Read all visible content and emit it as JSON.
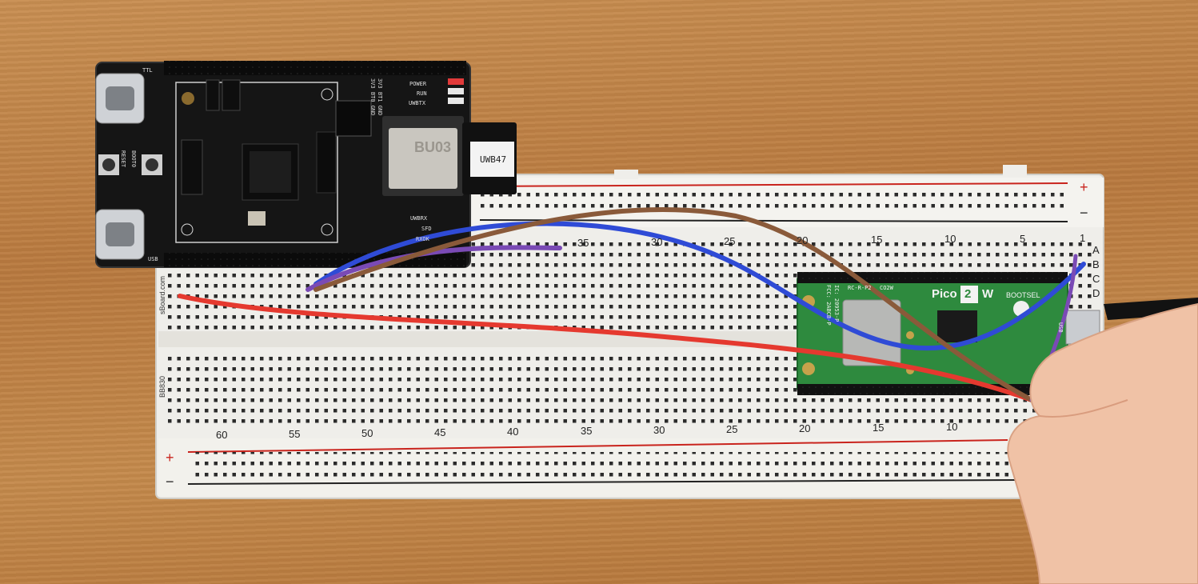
{
  "breadboard": {
    "model": "BB830",
    "brand": "sBoard.com",
    "top_numbers": [
      "1",
      "5",
      "10",
      "15",
      "20",
      "25",
      "30",
      "35"
    ],
    "bottom_numbers": [
      "60",
      "55",
      "50",
      "45",
      "40",
      "35",
      "30",
      "25",
      "20",
      "15",
      "10"
    ],
    "row_letters": [
      "A",
      "B",
      "C",
      "D"
    ],
    "rail_plus": "+",
    "rail_minus": "−"
  },
  "dev_board": {
    "ttl": "TTL",
    "usb": "USB",
    "reset": "RESET",
    "boot": "BOOT0",
    "chip": "BU03",
    "dongle": "UWB47",
    "leds": [
      "POWER",
      "RUN",
      "UWBTX"
    ],
    "pins_bottom": [
      "UWBRX",
      "SFD",
      "RXOK"
    ],
    "jumper": [
      "3V3 BT0 GND",
      "3V3 BT1 GND"
    ]
  },
  "pico": {
    "name": "Pico",
    "version": "2",
    "suffix": "W",
    "bootsel": "BOOTSEL",
    "usb": "USB",
    "cert1": "FCC: 2ABCB-P",
    "cert2": "IC: 20953-P",
    "cert3": "RC-R-P2",
    "cert4": "CO2W"
  },
  "wires": [
    "red",
    "blue",
    "purple",
    "brown"
  ]
}
